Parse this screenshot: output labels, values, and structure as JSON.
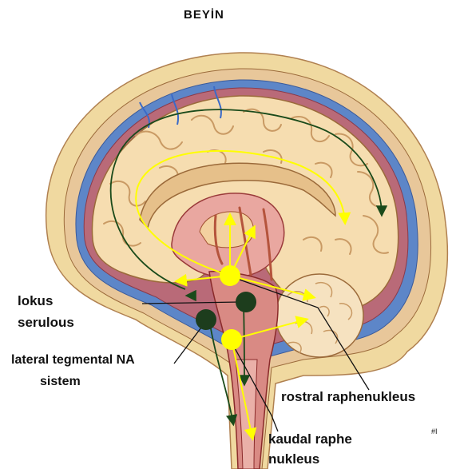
{
  "title": "BEYİN",
  "labels": {
    "lokus_1": "lokus",
    "lokus_2": "serulous",
    "lateral_1": "lateral tegmental NA",
    "lateral_2": "sistem",
    "rostral": "rostral raphenukleus",
    "kaudal_1": "kaudal raphe",
    "kaudal_2": "nukleus",
    "corner_mark": "#I"
  },
  "colors": {
    "skull": "#f0d9a0",
    "dura": "#e8c79a",
    "csf_blue": "#5d86c8",
    "vessel_red": "#b5543c",
    "brain": "#f6ddb0",
    "gyrus_line": "#c99a64",
    "serotonin_yellow": "#ffff00",
    "noradrenaline_green": "#1d3d1d",
    "pathway_green": "#1a4a1a"
  }
}
